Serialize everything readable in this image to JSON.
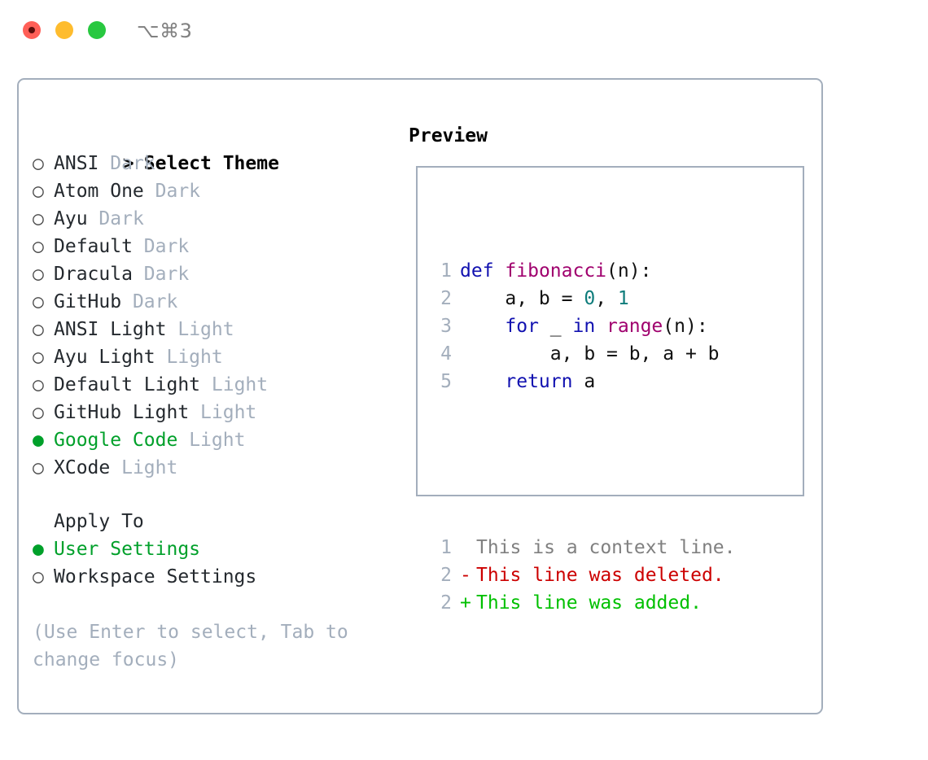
{
  "window": {
    "shortcut_label": "⌥⌘3",
    "traffic_lights": [
      {
        "name": "close",
        "color": "#FF5F57"
      },
      {
        "name": "minimize",
        "color": "#FEBC2E"
      },
      {
        "name": "maximize",
        "color": "#28C840"
      }
    ]
  },
  "theme_picker": {
    "heading_marker": ">",
    "heading": "Select Theme",
    "items": [
      {
        "marker": "○",
        "name": "ANSI",
        "variant": "Dark",
        "selected": false
      },
      {
        "marker": "○",
        "name": "Atom One",
        "variant": "Dark",
        "selected": false
      },
      {
        "marker": "○",
        "name": "Ayu",
        "variant": "Dark",
        "selected": false
      },
      {
        "marker": "○",
        "name": "Default",
        "variant": "Dark",
        "selected": false
      },
      {
        "marker": "○",
        "name": "Dracula",
        "variant": "Dark",
        "selected": false
      },
      {
        "marker": "○",
        "name": "GitHub",
        "variant": "Dark",
        "selected": false
      },
      {
        "marker": "○",
        "name": "ANSI Light",
        "variant": "Light",
        "selected": false
      },
      {
        "marker": "○",
        "name": "Ayu Light",
        "variant": "Light",
        "selected": false
      },
      {
        "marker": "○",
        "name": "Default Light",
        "variant": "Light",
        "selected": false
      },
      {
        "marker": "○",
        "name": "GitHub Light",
        "variant": "Light",
        "selected": false
      },
      {
        "marker": "●",
        "name": "Google Code",
        "variant": "Light",
        "selected": true
      },
      {
        "marker": "○",
        "name": "XCode",
        "variant": "Light",
        "selected": false
      }
    ]
  },
  "apply_to": {
    "title": "Apply To",
    "options": [
      {
        "marker": "●",
        "label": "User Settings",
        "selected": true
      },
      {
        "marker": "○",
        "label": "Workspace Settings",
        "selected": false
      }
    ]
  },
  "hint": "(Use Enter to select, Tab to change focus)",
  "preview": {
    "title": "Preview",
    "code_lines": [
      {
        "num": "1",
        "tokens": [
          {
            "t": "def",
            "c": "kw"
          },
          {
            "t": " ",
            "c": "plain"
          },
          {
            "t": "fibonacci",
            "c": "fn"
          },
          {
            "t": "(n):",
            "c": "plain"
          }
        ]
      },
      {
        "num": "2",
        "tokens": [
          {
            "t": "    a, b = ",
            "c": "plain"
          },
          {
            "t": "0",
            "c": "num"
          },
          {
            "t": ", ",
            "c": "plain"
          },
          {
            "t": "1",
            "c": "num"
          }
        ]
      },
      {
        "num": "3",
        "tokens": [
          {
            "t": "    ",
            "c": "plain"
          },
          {
            "t": "for",
            "c": "kw"
          },
          {
            "t": " _ ",
            "c": "plain"
          },
          {
            "t": "in",
            "c": "kw"
          },
          {
            "t": " ",
            "c": "plain"
          },
          {
            "t": "range",
            "c": "fn"
          },
          {
            "t": "(n):",
            "c": "plain"
          }
        ]
      },
      {
        "num": "4",
        "tokens": [
          {
            "t": "        a, b = b, a + b",
            "c": "plain"
          }
        ]
      },
      {
        "num": "5",
        "tokens": [
          {
            "t": "    ",
            "c": "plain"
          },
          {
            "t": "return",
            "c": "kw"
          },
          {
            "t": " a",
            "c": "plain"
          }
        ]
      }
    ],
    "diff_lines": [
      {
        "num": "1",
        "sign": " ",
        "text": "This is a context line.",
        "kind": "ctx"
      },
      {
        "num": "2",
        "sign": "-",
        "text": "This line was deleted.",
        "kind": "del"
      },
      {
        "num": "2",
        "sign": "+",
        "text": "This line was added.",
        "kind": "add"
      }
    ]
  },
  "colors": {
    "border": "#A3AEBC",
    "selected_green": "#00A02A",
    "muted": "#A3AEBC",
    "keyword": "#1111B0",
    "function": "#A0006E",
    "number": "#0E7C7B",
    "diff_delete": "#CC0000",
    "diff_add": "#00C000",
    "diff_context": "#808080"
  }
}
